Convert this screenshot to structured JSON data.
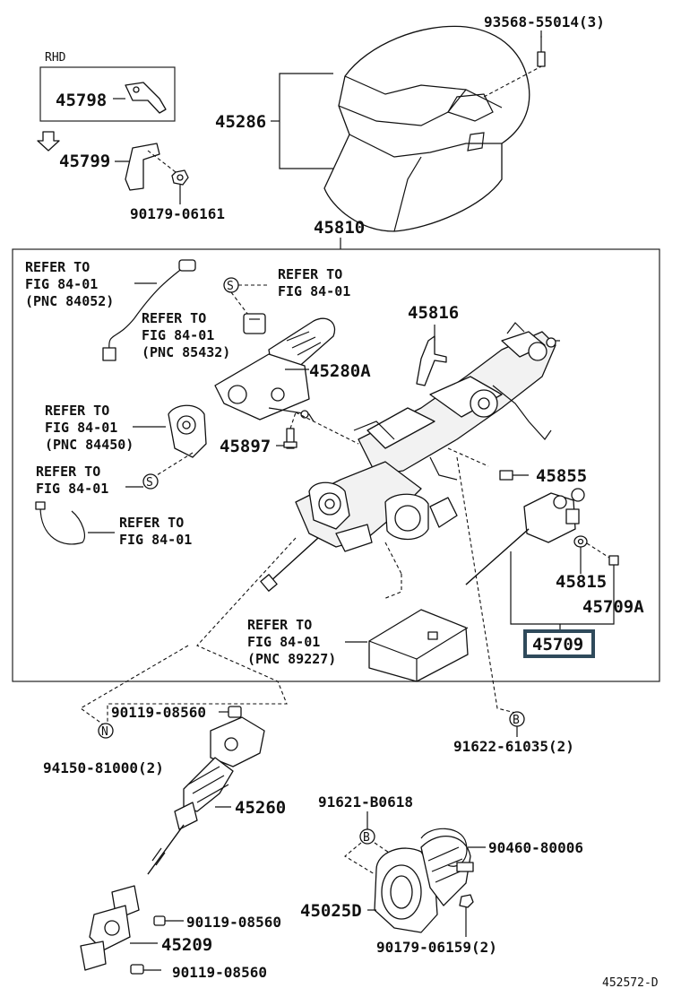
{
  "rhd_label": "RHD",
  "parts": {
    "p93568": "93568-55014(3)",
    "p45798": "45798",
    "p45286": "45286",
    "p45799": "45799",
    "p90179a": "90179-06161",
    "p45810": "45810",
    "p45816": "45816",
    "p45280a": "45280A",
    "p45897": "45897",
    "p45855": "45855",
    "p45815": "45815",
    "p45709a": "45709A",
    "p45709": "45709",
    "p90119a": "90119-08560",
    "p91622": "91622-61035(2)",
    "p94150": "94150-81000(2)",
    "p45260": "45260",
    "p91621": "91621-B0618",
    "p90460": "90460-80006",
    "p45025d": "45025D",
    "p90119b": "90119-08560",
    "p45209": "45209",
    "p90179b": "90179-06159(2)",
    "p90119c": "90119-08560"
  },
  "refs": {
    "r1": [
      "REFER TO",
      "FIG 84-01",
      "(PNC 84052)"
    ],
    "r2": [
      "REFER TO",
      "FIG 84-01"
    ],
    "r3": [
      "REFER TO",
      "FIG 84-01",
      "(PNC 85432)"
    ],
    "r4": [
      "REFER TO",
      "FIG 84-01",
      "(PNC 84450)"
    ],
    "r5": [
      "REFER TO",
      "FIG 84-01"
    ],
    "r6": [
      "REFER TO",
      "FIG 84-01"
    ],
    "r7": [
      "REFER TO",
      "FIG 84-01",
      "(PNC 89227)"
    ]
  },
  "markers": {
    "s": "S",
    "n": "N",
    "b": "B"
  },
  "diagram_id": "452572-D",
  "highlight_color": "#2f4a5b"
}
